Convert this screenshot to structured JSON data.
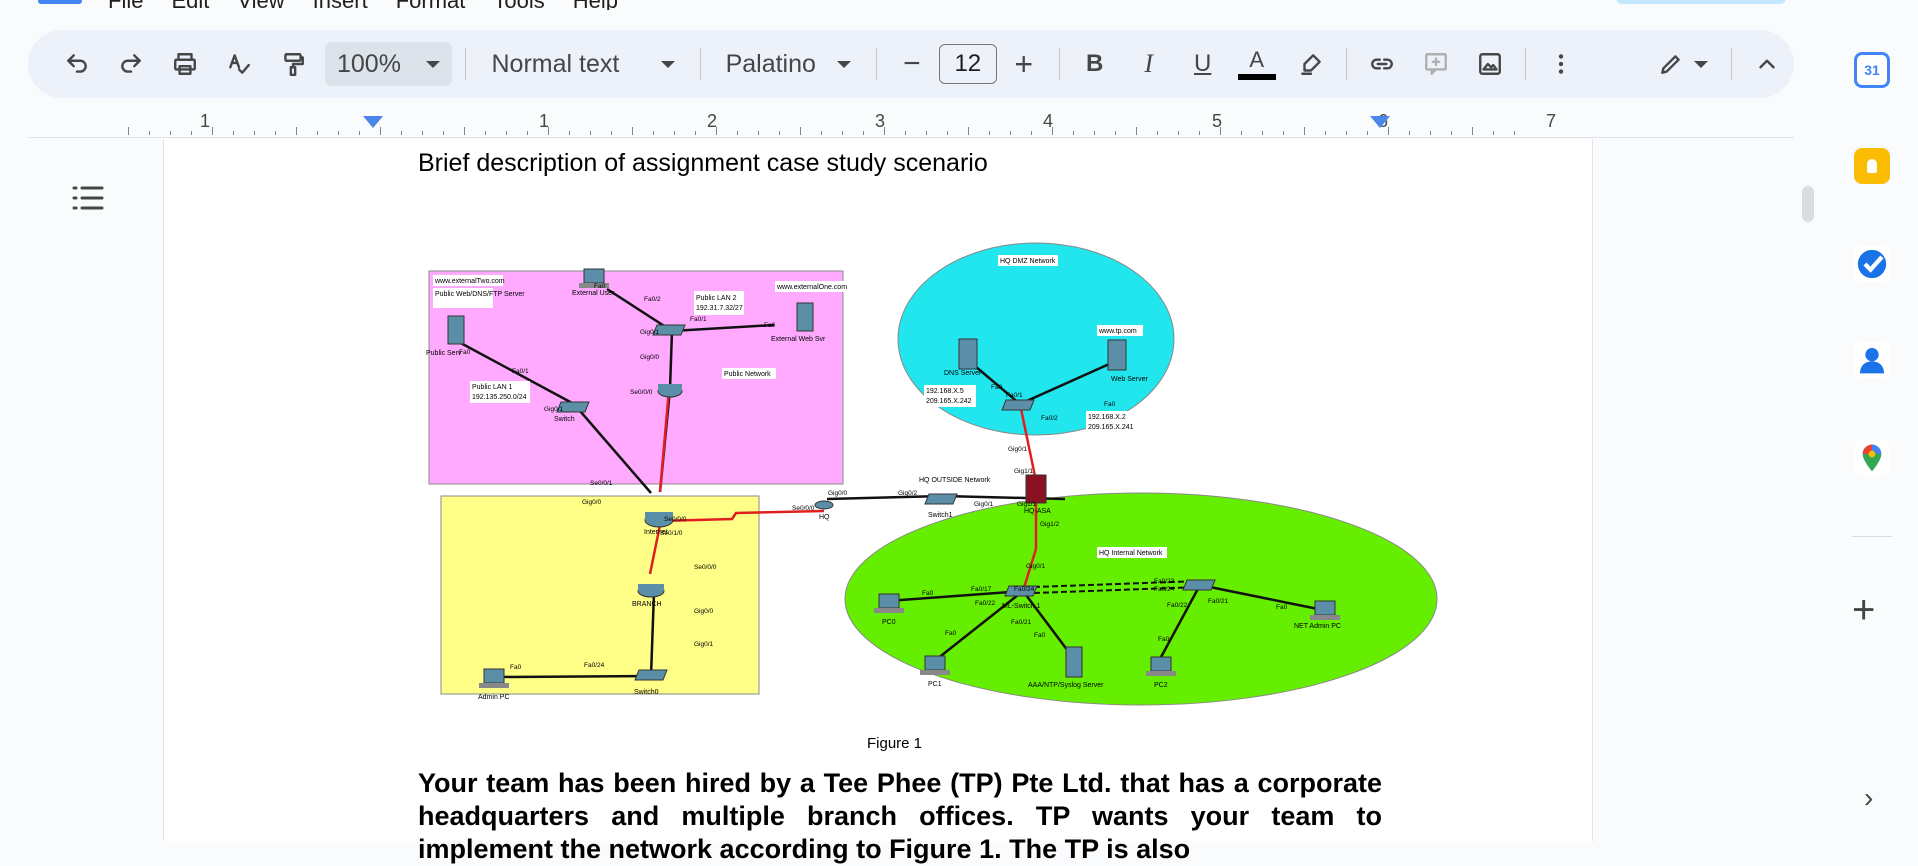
{
  "menu": {
    "items": [
      "File",
      "Edit",
      "View",
      "Insert",
      "Format",
      "Tools",
      "Help"
    ]
  },
  "toolbar": {
    "zoom": "100%",
    "style": "Normal text",
    "font": "Palatino",
    "font_size": "12",
    "minus": "−",
    "plus": "+",
    "bold": "B",
    "italic": "I",
    "underline": "U",
    "text_color_letter": "A"
  },
  "ruler": {
    "numbers": [
      "1",
      "1",
      "2",
      "3",
      "4",
      "5",
      "6",
      "7"
    ]
  },
  "document": {
    "heading": "Brief description of assignment case study scenario",
    "caption": "Figure 1",
    "paragraph": "Your team has been hired by a Tee Phee (TP) Pte Ltd. that has a corporate headquarters and multiple branch offices. TP wants your team to implement the network according to Figure 1. The TP is also"
  },
  "diagram": {
    "labels": {
      "ext_two": "www.externalTwo.com",
      "pub_server_title": "Public Web/DNS/FTP Server",
      "ext_user": "External User",
      "pub_lan2": "Public LAN 2",
      "pub_lan2_net": "192.31.7.32/27",
      "ext_one": "www.externalOne.com",
      "ext_web_svr": "External Web Svr",
      "public_serv": "Public Serv",
      "public_network": "Public Network",
      "pub_lan1": "Public LAN 1",
      "pub_lan1_net": "192.135.250.0/24",
      "switch": "Switch",
      "internet": "Internet",
      "hq_dmz": "HQ DMZ Network",
      "dns_server": "DNS Server",
      "dns_ip1": "192.168.X.5",
      "dns_ip2": "209.165.X.242",
      "www_tp": "www.tp.com",
      "web_server": "Web Server",
      "web_ip1": "192.168.X.2",
      "web_ip2": "209.165.X.241",
      "hq_outside": "HQ OUTSIDE Network",
      "switch1": "Switch1",
      "hq": "HQ",
      "hq_asa": "HQ-ASA",
      "hq_internal": "HQ Internal Network",
      "branch": "BRANCH",
      "switch0": "Switch0",
      "admin_pc": "Admin PC",
      "pc0": "PC0",
      "pc1": "PC1",
      "pc2": "PC2",
      "aaa": "AAA/NTP/Syslog Server",
      "net_admin_pc": "NET Admin PC",
      "ml_switch": "ML-Switch 1"
    },
    "ports": [
      "Fa0",
      "Fa0/2",
      "Fa0/1",
      "Gig0/1",
      "Gig0/0",
      "Se0/0/0",
      "Se0/0/1",
      "Se0/1/0",
      "Gig0/2",
      "Gig1/1",
      "Gig1/2",
      "Fa0/17",
      "Fa0/22",
      "Fa0/24",
      "Fa0/21",
      "Fa0/23"
    ]
  },
  "rightbar": {
    "calendar_day": "31",
    "add": "+"
  }
}
